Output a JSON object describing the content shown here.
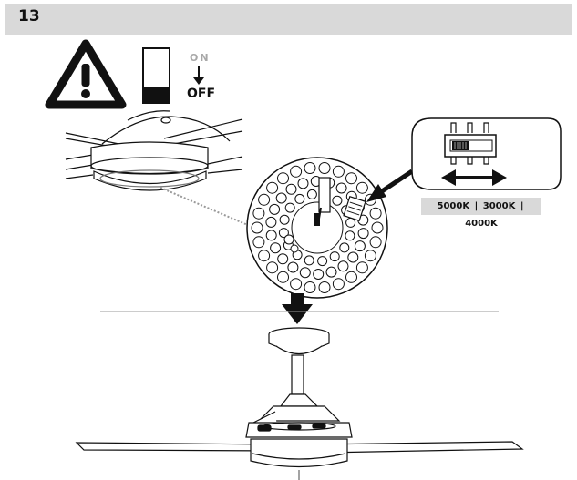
{
  "step": {
    "number": "13"
  },
  "power_switch": {
    "on_label": "ON",
    "off_label": "OFF"
  },
  "color_temperature": {
    "options": [
      "5000K",
      "3000K",
      "4000K"
    ],
    "separator": "|"
  },
  "icons": [
    "warning-triangle-icon",
    "power-switch-icon",
    "arrow-down-icon",
    "double-arrow-icon"
  ],
  "colors": {
    "header_bg": "#d9d9d9",
    "ink": "#111111",
    "muted": "#a8a8a8"
  }
}
